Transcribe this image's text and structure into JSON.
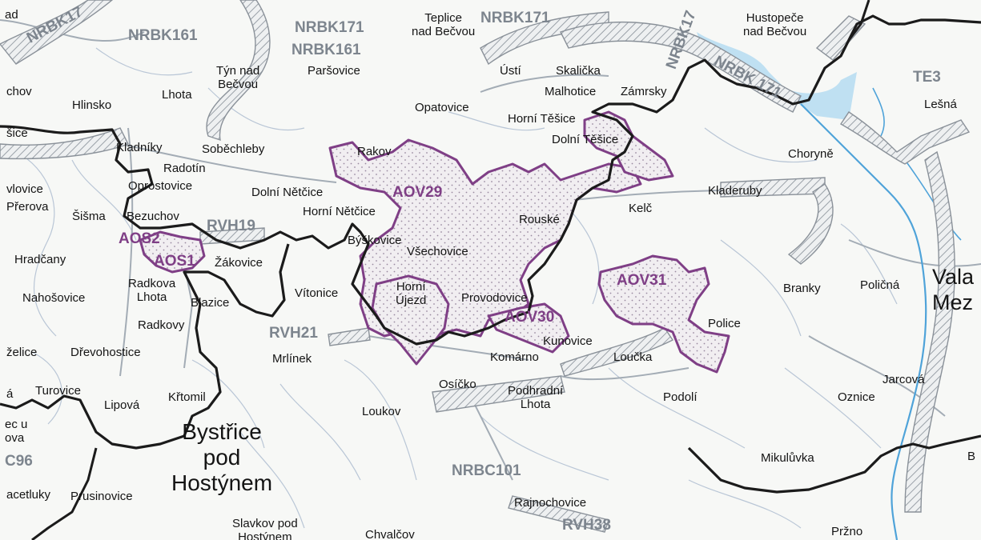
{
  "colors": {
    "border": "#1b1b1b",
    "zone": "#7f3f86",
    "corridor": "#8a9199",
    "road": "#9ea7b0",
    "stream": "#b7c5d6",
    "water": "#4fa3d9"
  },
  "places": {
    "ad": "ad",
    "chov": "chov",
    "sice": "šice",
    "hlinsko": "Hlinsko",
    "lhota": "Lhota",
    "kladniky": "Kladníky",
    "sobechleby": "Soběchleby",
    "tyn": "Týn nad\nBečvou",
    "parsovice": "Paršovice",
    "opatovice": "Opatovice",
    "teplice": "Teplice\nnad Bečvou",
    "usti": "Ústí",
    "skalicka": "Skalička",
    "malhotice": "Malhotice",
    "zamrsky": "Zámrsky",
    "horni_tesice": "Horní Těšice",
    "dolni_tesice": "Dolní Těšice",
    "hustopece": "Hustopeče\nnad Bečvou",
    "lesna": "Lešná",
    "choryne": "Choryně",
    "kladeruby": "Kladeruby",
    "kelc": "Kelč",
    "rouske": "Rouské",
    "rakov": "Rakov",
    "radotin": "Radotín",
    "oprostovice": "Oprostovice",
    "vlovice": "vlovice",
    "prerova": "Přerova",
    "sisma": "Šišma",
    "bezuchov": "Bezuchov",
    "dolni_netcice": "Dolní Nětčice",
    "horni_netcice": "Horní Nětčice",
    "byskovice": "Býškovice",
    "vsechovice": "Všechovice",
    "hradcany": "Hradčany",
    "zakovice": "Žákovice",
    "radkova_lhota": "Radkova\nLhota",
    "nahosovice": "Nahošovice",
    "blazice": "Blazice",
    "vitonice": "Vítonice",
    "horni_ujezd": "Horní\nÚjezd",
    "provodovice": "Provodovice",
    "radkovy": "Radkovy",
    "zelice": "želice",
    "drevohostice": "Dřevohostice",
    "mrlinek": "Mrlínek",
    "kunovice": "Kunovice",
    "komarno": "Komárno",
    "loucka": "Loučka",
    "police": "Police",
    "branky": "Branky",
    "policna": "Poličná",
    "a_edge": "á",
    "turovice": "Turovice",
    "lipova": "Lipová",
    "krtomil": "Křtomil",
    "osicko": "Osíčko",
    "podhradni": "Podhradní\nLhota",
    "loukov": "Loukov",
    "podoli": "Podolí",
    "oznice": "Oznice",
    "jarcova": "Jarcová",
    "ec_u_ova": "ec u\nova",
    "mikuluvka": "Mikulůvka",
    "acetluky": "acetluky",
    "prusinovice": "Prusinovice",
    "rajnochovice": "Rajnochovice",
    "slavkov": "Slavkov pod\nHostýnem",
    "chvalcov": "Chvalčov",
    "przno": "Pržno",
    "b_edge": "B",
    "bystrice": "Bystřice\npod\nHostýnem",
    "valmez": "Vala\nMez"
  },
  "corridors": {
    "nrbk17_a": "NRBK17",
    "nrbk161_a": "NRBK161",
    "nrbk171_a": "NRBK171",
    "nrbk161_b": "NRBK161",
    "nrbk171_b": "NRBK171",
    "nrbk17_b": "NRBK17",
    "nrbk171_c": "NRBK 171",
    "te3": "TE3",
    "rvh19": "RVH19",
    "rvh21": "RVH21",
    "nrbc101": "NRBC101",
    "rvh38": "RVH38",
    "c96": "C96"
  },
  "zones": {
    "aov29": "AOV29",
    "aos2": "AOS2",
    "aos1": "AOS1",
    "aov30": "AOV30",
    "aov31": "AOV31"
  }
}
